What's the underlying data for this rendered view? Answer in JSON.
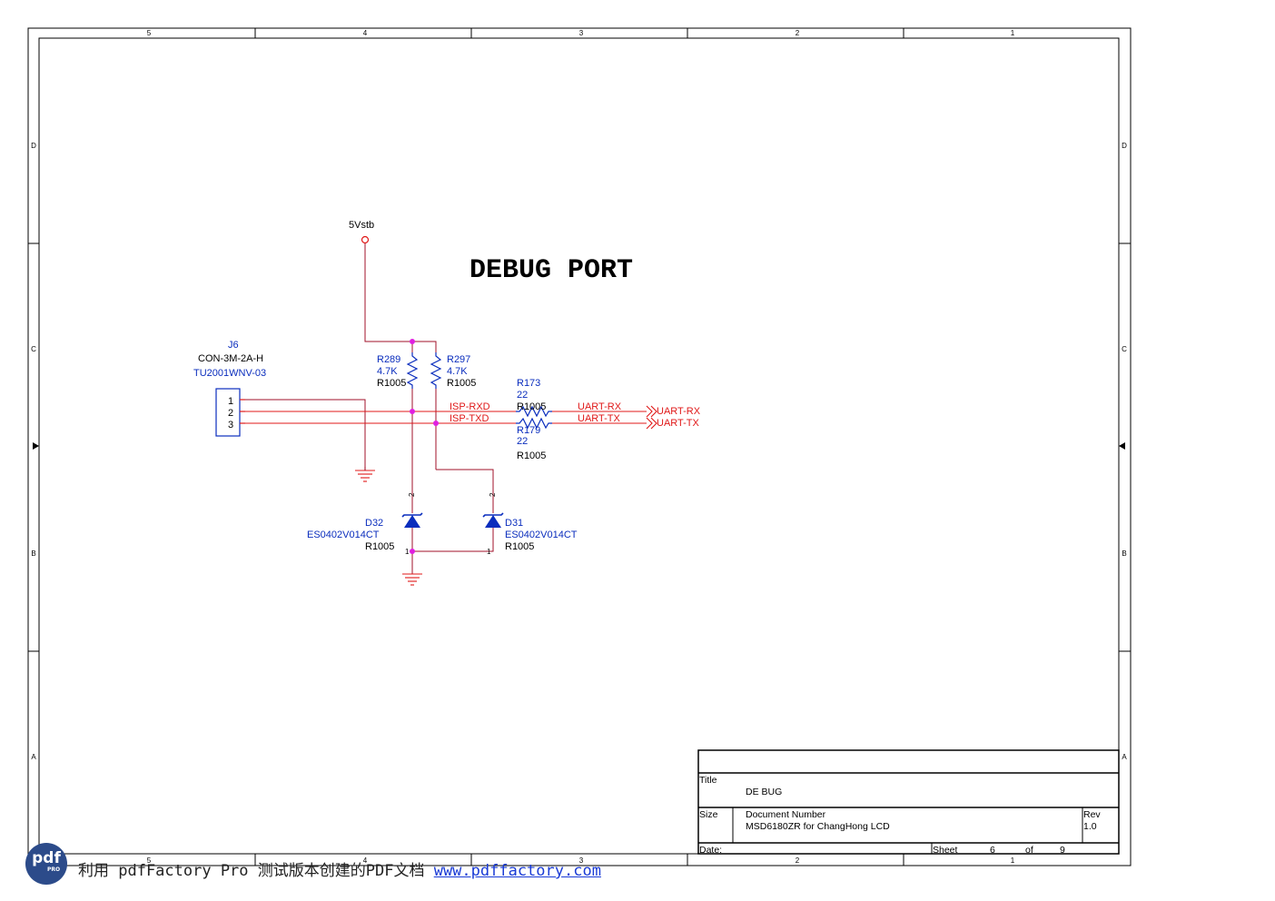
{
  "frame": {
    "col_labels": [
      "5",
      "4",
      "3",
      "2",
      "1"
    ],
    "row_labels": [
      "D",
      "C",
      "B",
      "A"
    ]
  },
  "heading": "DEBUG PORT",
  "power": {
    "net": "5Vstb"
  },
  "connector": {
    "ref": "J6",
    "type": "CON-3M-2A-H",
    "part": "TU2001WNV-03",
    "pins": [
      "1",
      "2",
      "3"
    ]
  },
  "resistors": [
    {
      "ref": "R289",
      "value": "4.7K",
      "package": "R1005"
    },
    {
      "ref": "R297",
      "value": "4.7K",
      "package": "R1005"
    },
    {
      "ref": "R173",
      "value": "22",
      "package": "R1005"
    },
    {
      "ref": "R179",
      "value": "22",
      "package": "R1005"
    }
  ],
  "diodes": [
    {
      "ref": "D32",
      "part": "ES0402V014CT",
      "package": "R1005",
      "pin_top": "2",
      "pin_bottom": "1"
    },
    {
      "ref": "D31",
      "part": "ES0402V014CT",
      "package": "R1005",
      "pin_top": "2",
      "pin_bottom": "1"
    }
  ],
  "nets": {
    "isp_rxd": "ISP-RXD",
    "isp_txd": "ISP-TXD",
    "uart_rx": "UART-RX",
    "uart_tx": "UART-TX",
    "port_rx": "UART-RX",
    "port_tx": "UART-TX"
  },
  "colors": {
    "wire": "#a01028",
    "signal": "#e01818",
    "component": "#0a2dbd",
    "junction": "#e020e0"
  },
  "title_block": {
    "title_label": "Title",
    "title_value": "DE BUG",
    "size_label": "Size",
    "docnum_label": "Document Number",
    "docnum_value": "MSD6180ZR for ChangHong LCD",
    "rev_label": "Rev",
    "rev_value": "1.0",
    "date_label": "Date:",
    "sheet_label": "Sheet",
    "sheet_value": "6",
    "of_label": "of",
    "total_sheets": "9"
  },
  "watermark": {
    "logo_text": "pdf",
    "logo_sub": "PRO",
    "text": "利用 pdfFactory Pro 测试版本创建的PDF文档 ",
    "link": "www.pdffactory.com"
  }
}
